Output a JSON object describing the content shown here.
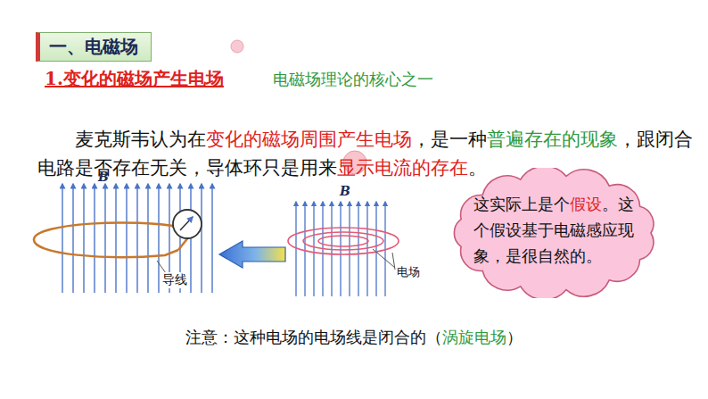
{
  "diagram": {
    "nodes": [
      {
        "text": [
          "一、电磁场"
        ]
      },
      {
        "text": [
          "这实际上是个",
          "假设",
          "。这个假设基于电磁感应现象，是很自然的。"
        ]
      }
    ],
    "edges": [],
    "labels": [
      "1.变化的磁场产生电场",
      "电磁场理论的核心之一",
      "麦克斯韦认为在",
      "变化的磁场周围产生电场",
      "，是一种",
      "普遍存在的现象",
      "，跟闭合电路是否存在无关，导体环只是用来",
      "显示电流的存在",
      "。",
      "B",
      "导线",
      "B",
      "电场",
      "注意：这种电场的电场线是闭合的（",
      "涡旋电场",
      "）"
    ]
  }
}
